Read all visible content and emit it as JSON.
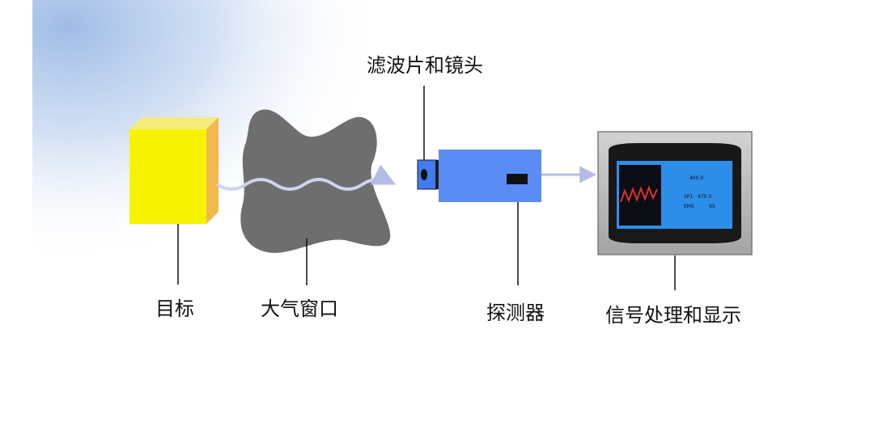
{
  "labels": {
    "filter_lens": "滤波片和镜头",
    "target": "目标",
    "atmosphere_window": "大气窗口",
    "detector": "探测器",
    "signal_processing_display": "信号处理和显示"
  },
  "display_panel": {
    "temp_reading": "400.0",
    "setpoint_label": "SP1",
    "setpoint_value": "470.0",
    "emissivity_label": "EMS",
    "emissivity_value": "95"
  },
  "colors": {
    "target_front": "#f7f300",
    "target_side": "#f2b84b",
    "atmosphere": "#6e6e6e",
    "detector_body": "#5b8cf5",
    "lens": "#3f7cf0",
    "monitor_frame": "#b6b6b6",
    "screen": "#2c8ee8",
    "graph_line": "#e0302a",
    "beam": "#cdd3f0",
    "background_haze": "#b7cdec"
  }
}
